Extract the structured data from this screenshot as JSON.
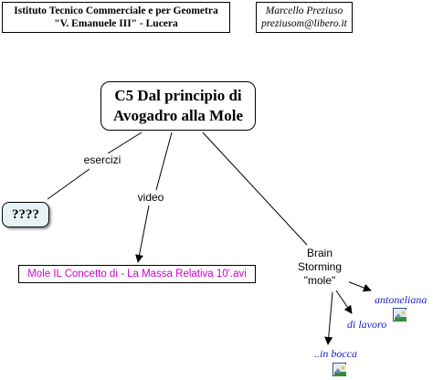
{
  "header": {
    "school_line1": "Istituto Tecnico Commerciale e per Geometra",
    "school_line2": "\"V. Emanuele III\" - Lucera",
    "author_name": "Marcello Preziuso",
    "author_email": "preziusom@libero.it"
  },
  "main_concept": {
    "line1": "C5 Dal principio di",
    "line2": "Avogadro alla Mole"
  },
  "linking_phrases": {
    "exercises": "esercizi",
    "video": "video",
    "brainstorming_line1": "Brain",
    "brainstorming_line2": "Storming",
    "brainstorming_line3": "\"mole\""
  },
  "concepts": {
    "unknown": "????",
    "video_file": "Mole IL Concetto di - La Massa Relativa 10'.avi"
  },
  "resources": [
    {
      "label": "antoneliana",
      "icon": "image-icon"
    },
    {
      "label": "di lavoro",
      "icon": null
    },
    {
      "label": "..in bocca",
      "icon": "image-icon"
    }
  ],
  "colors": {
    "file_text": "#cc00cc",
    "resource_text": "#1a1acc",
    "unknown_node_fill": "#e6f2f4"
  }
}
